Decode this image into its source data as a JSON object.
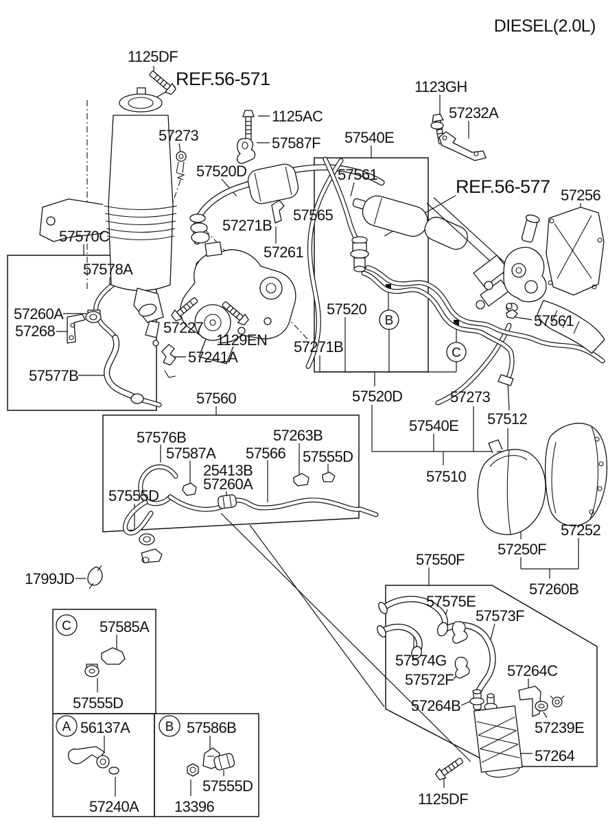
{
  "title": "DIESEL(2.0L)",
  "refs": {
    "r571": "REF.56-571",
    "r577": "REF.56-577"
  },
  "parts": {
    "p1125DF": "1125DF",
    "p1125AC": "1125AC",
    "p1123GH": "1123GH",
    "p57232A": "57232A",
    "p57273": "57273",
    "p57587F": "57587F",
    "p57540E": "57540E",
    "p57520D": "57520D",
    "p57561": "57561",
    "p57256": "57256",
    "p57565": "57565",
    "p57271B": "57271B",
    "p57570C": "57570C",
    "p57261": "57261",
    "p57578A": "57578A",
    "p57520": "57520",
    "p57260A": "57260A",
    "p57268": "57268",
    "p57227": "57227",
    "p1129EN": "1129EN",
    "p57241A": "57241A",
    "p57577B": "57577B",
    "p57560": "57560",
    "p57512": "57512",
    "p57510": "57510",
    "p57576B": "57576B",
    "p57263B": "57263B",
    "p57587A": "57587A",
    "p57566": "57566",
    "p57555D": "57555D",
    "p25413B": "25413B",
    "p57252": "57252",
    "p57250F": "57250F",
    "p1799JD": "1799JD",
    "p57550F": "57550F",
    "p57260B": "57260B",
    "p57575E": "57575E",
    "p57573F": "57573F",
    "p57585A": "57585A",
    "p57574G": "57574G",
    "p57572F": "57572F",
    "p57264C": "57264C",
    "p57264B": "57264B",
    "p56137A": "56137A",
    "p57586B": "57586B",
    "p57239E": "57239E",
    "p57264": "57264",
    "p57240A": "57240A",
    "p13396": "13396"
  },
  "callouts": {
    "a": "A",
    "b": "B",
    "c": "C"
  },
  "colors": {
    "line": "#111111",
    "background": "#ffffff"
  }
}
